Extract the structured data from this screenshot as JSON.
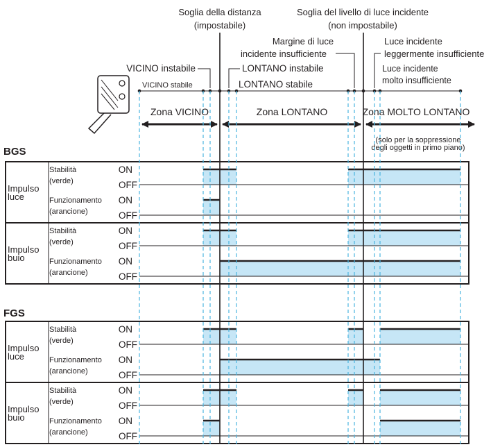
{
  "top": {
    "distance_threshold": [
      "Soglia della distanza",
      "(impostabile)"
    ],
    "light_threshold": [
      "Soglia del livello di luce incidente",
      "(non impostabile)"
    ],
    "light_margin": [
      "Margine di luce",
      "incidente insufficiente"
    ],
    "light_slight": [
      "Luce incidente",
      "leggermente insufficiente"
    ],
    "light_very": [
      "Luce incidente",
      "molto insufficiente"
    ],
    "near_unstable": "VICINO instabile",
    "far_unstable": "LONTANO instabile",
    "near_stable": "VICINO stabile",
    "far_stable": "LONTANO stabile"
  },
  "zones": {
    "near": "Zona VICINO",
    "far": "Zona LONTANO",
    "very_far": "Zona MOLTO LONTANO",
    "note": [
      "(solo per la soppressione",
      "degli oggetti in primo piano)"
    ]
  },
  "labels": {
    "on": "ON",
    "off": "OFF",
    "stability": [
      "Stabilità",
      "(verde)"
    ],
    "operation": [
      "Funzionamento",
      "(arancione)"
    ],
    "light_on": [
      "Impulso",
      "luce"
    ],
    "dark_on": [
      "Impulso",
      "buio"
    ]
  },
  "colors": {
    "fill": "#c6e6f6",
    "dashed": "#49b3e0",
    "line": "#231f20"
  },
  "sections": [
    {
      "title": "BGS",
      "groups": [
        {
          "mode": "light_on",
          "stability": [
            [
              1,
              3
            ],
            [
              4,
              7
            ]
          ],
          "operation": [
            [
              1,
              2
            ]
          ]
        },
        {
          "mode": "dark_on",
          "stability": [
            [
              1,
              3
            ],
            [
              4,
              7
            ]
          ],
          "operation": [
            [
              2,
              7
            ]
          ]
        }
      ]
    },
    {
      "title": "FGS",
      "groups": [
        {
          "mode": "light_on",
          "stability": [
            [
              1,
              3
            ],
            [
              4,
              5
            ],
            [
              6,
              7
            ]
          ],
          "operation": [
            [
              2,
              6
            ]
          ]
        },
        {
          "mode": "dark_on",
          "stability": [
            [
              1,
              3
            ],
            [
              4,
              5
            ],
            [
              6,
              7
            ]
          ],
          "operation": [
            [
              1,
              2
            ],
            [
              6,
              7
            ]
          ]
        }
      ]
    }
  ]
}
